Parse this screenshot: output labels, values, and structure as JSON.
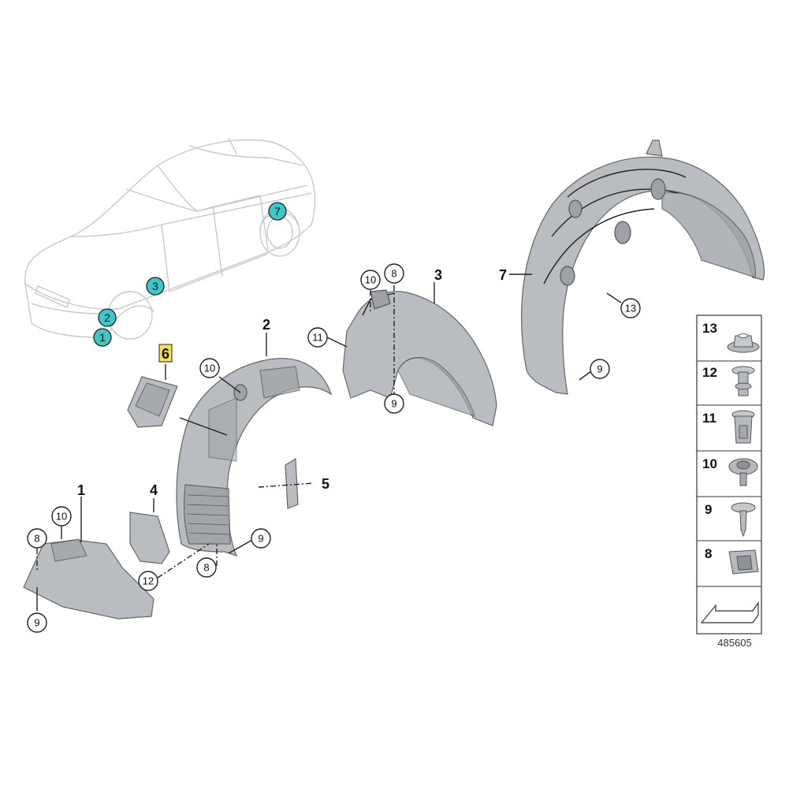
{
  "diagram_number": "485605",
  "callouts": {
    "p1": "1",
    "p2": "2",
    "p3": "3",
    "p4": "4",
    "p5": "5",
    "p6": "6",
    "p7": "7",
    "c8": "8",
    "c9": "9",
    "c10": "10",
    "c11": "11",
    "c12": "12",
    "c13": "13"
  },
  "car_markers": [
    "1",
    "2",
    "3",
    "7"
  ],
  "legend_items": [
    "13",
    "12",
    "11",
    "10",
    "9",
    "8"
  ],
  "colors": {
    "marker_fill": "#3dc7c7",
    "highlight_fill": "#f4e44a",
    "part_fill": "#b9bcc0"
  }
}
